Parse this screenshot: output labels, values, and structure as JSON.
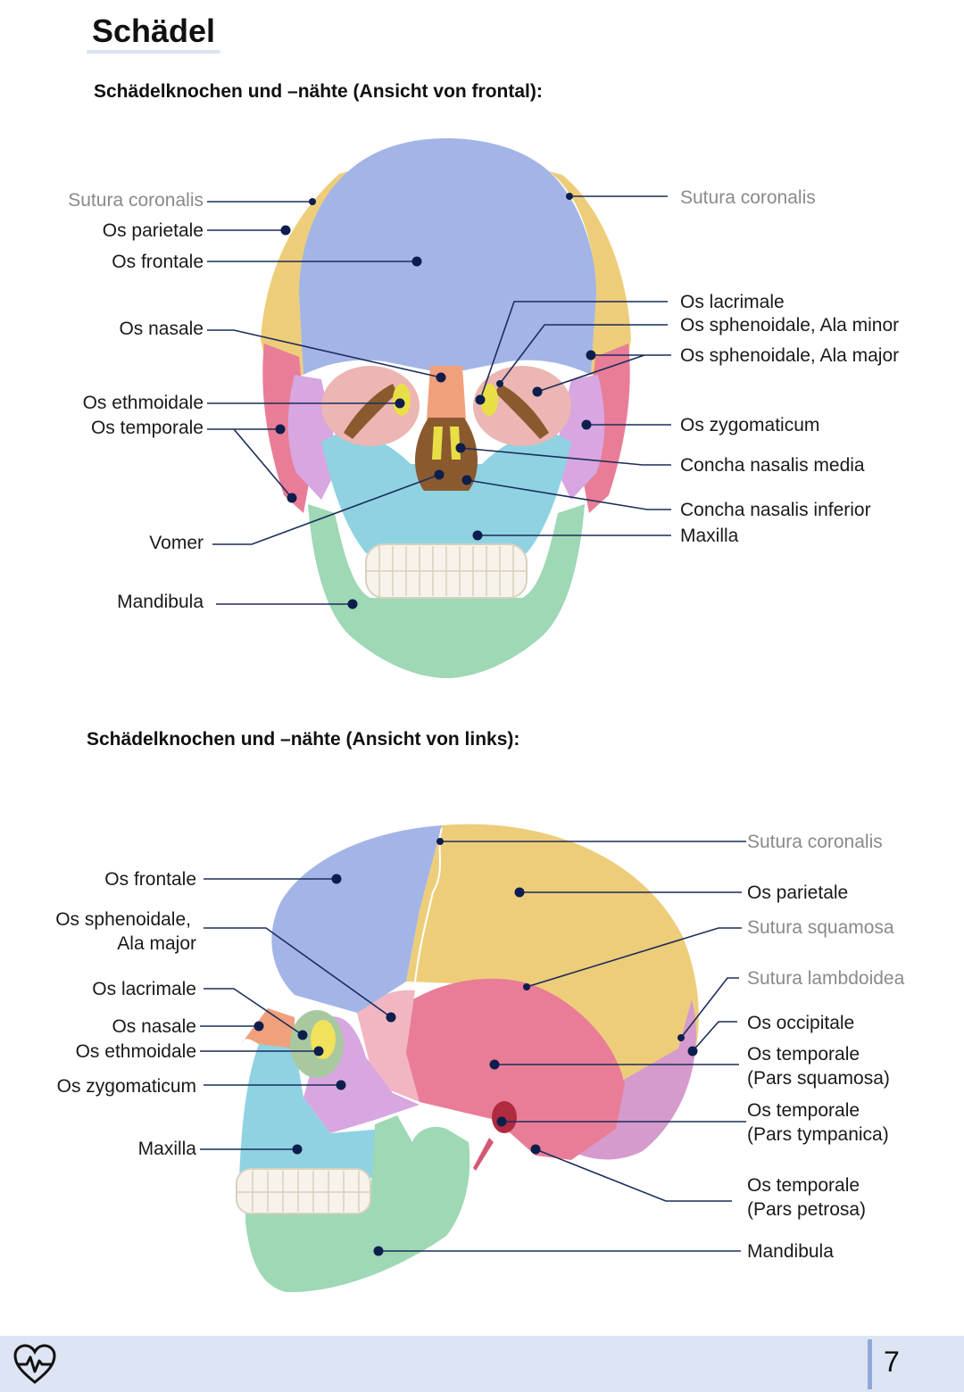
{
  "page": {
    "title": "Schädel",
    "page_number": "7"
  },
  "frontal": {
    "heading": "Schädelknochen und –nähte (Ansicht von frontal):",
    "labels": [
      {
        "text": "Sutura coronalis",
        "kind": "suture"
      },
      {
        "text": "Os parietale",
        "kind": "bone"
      },
      {
        "text": "Os frontale",
        "kind": "bone"
      },
      {
        "text": "Os nasale",
        "kind": "bone"
      },
      {
        "text": "Os ethmoidale",
        "kind": "bone"
      },
      {
        "text": "Os temporale",
        "kind": "bone"
      },
      {
        "text": "Vomer",
        "kind": "bone"
      },
      {
        "text": "Mandibula",
        "kind": "bone"
      },
      {
        "text": "Sutura coronalis",
        "kind": "suture"
      },
      {
        "text": "Os lacrimale",
        "kind": "bone"
      },
      {
        "text": "Os sphenoidale, Ala minor",
        "kind": "bone"
      },
      {
        "text": "Os sphenoidale, Ala major",
        "kind": "bone"
      },
      {
        "text": "Os zygomaticum",
        "kind": "bone"
      },
      {
        "text": "Concha nasalis media",
        "kind": "bone"
      },
      {
        "text": "Concha nasalis inferior",
        "kind": "bone"
      },
      {
        "text": "Maxilla",
        "kind": "bone"
      }
    ]
  },
  "lateral": {
    "heading": "Schädelknochen und –nähte (Ansicht von links):",
    "labels": [
      {
        "text": "Os frontale",
        "kind": "bone"
      },
      {
        "text": "Os sphenoidale,",
        "kind": "bone"
      },
      {
        "text": "Ala major",
        "kind": "bone"
      },
      {
        "text": "Os lacrimale",
        "kind": "bone"
      },
      {
        "text": "Os nasale",
        "kind": "bone"
      },
      {
        "text": "Os ethmoidale",
        "kind": "bone"
      },
      {
        "text": "Os zygomaticum",
        "kind": "bone"
      },
      {
        "text": "Maxilla",
        "kind": "bone"
      },
      {
        "text": "Sutura coronalis",
        "kind": "suture"
      },
      {
        "text": "Os parietale",
        "kind": "bone"
      },
      {
        "text": "Sutura squamosa",
        "kind": "suture"
      },
      {
        "text": "Sutura lambdoidea",
        "kind": "suture"
      },
      {
        "text": "Os occipitale",
        "kind": "bone"
      },
      {
        "text": "Os temporale",
        "kind": "bone"
      },
      {
        "text": "(Pars squamosa)",
        "kind": "bone"
      },
      {
        "text": "Os temporale",
        "kind": "bone"
      },
      {
        "text": "(Pars tympanica)",
        "kind": "bone"
      },
      {
        "text": "Os temporale",
        "kind": "bone"
      },
      {
        "text": "(Pars petrosa)",
        "kind": "bone"
      },
      {
        "text": "Mandibula",
        "kind": "bone"
      }
    ]
  },
  "colors": {
    "frontal_bone": "#a3b5e6",
    "parietal_bone": "#eecd7a",
    "temporal_bone": "#e97d97",
    "sphenoid_bone": "#c8a3d6",
    "zygomatic_bone": "#d8a6e0",
    "maxilla": "#8fd3e3",
    "mandible": "#9ed8b5",
    "nasal_bone": "#f1a07c",
    "ethmoid_bone": "#e8df46",
    "lacrimal_bone": "#f2e15a",
    "occipital_bone": "#d59bcc",
    "leader_line": "#1c2d5a",
    "footer_bg": "#dde5f4"
  }
}
